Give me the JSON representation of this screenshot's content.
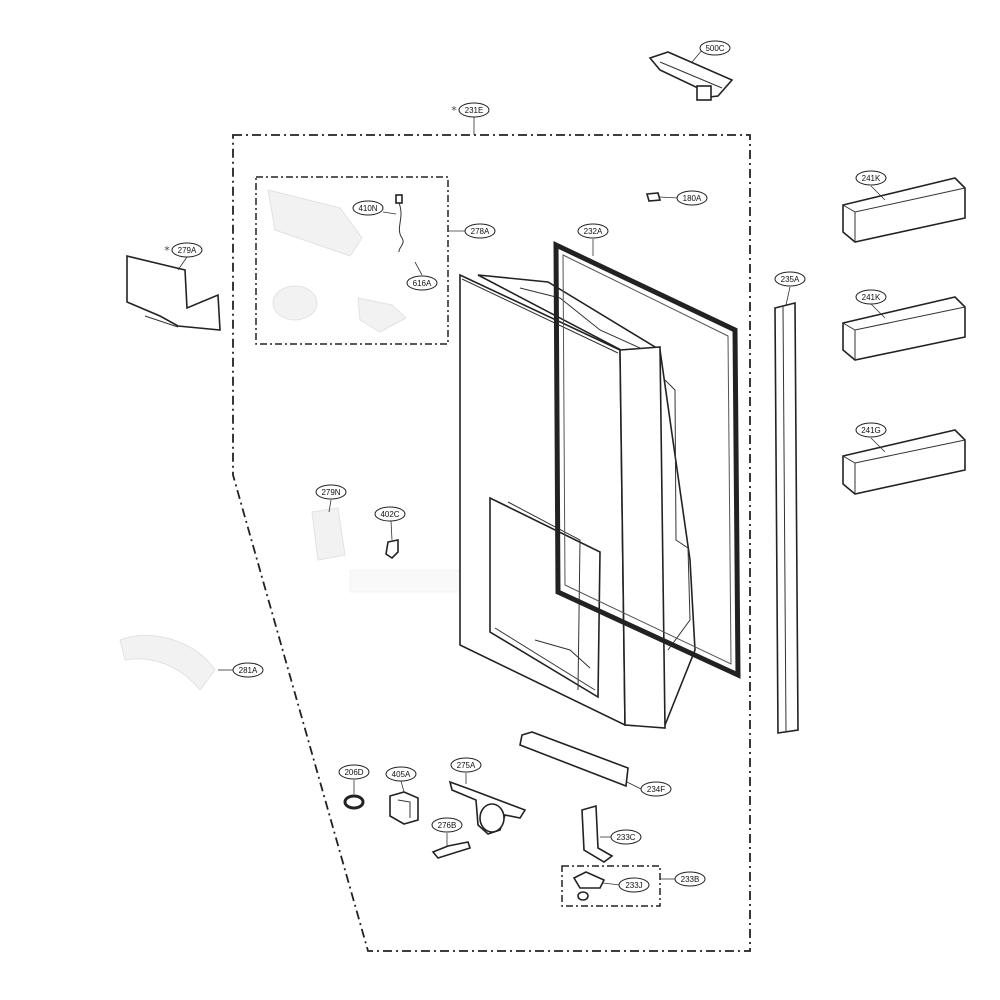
{
  "labels": {
    "l500C": "500C",
    "l231E": "231E",
    "l180A": "180A",
    "l241K_top": "241K",
    "l241K_mid": "241K",
    "l241G": "241G",
    "l410N": "410N",
    "l278A": "278A",
    "l232A": "232A",
    "l616A": "616A",
    "l279A": "279A",
    "l235A": "235A",
    "l279N": "279N",
    "l402C": "402C",
    "l281A": "281A",
    "l206D": "206D",
    "l405A": "405A",
    "l275A": "275A",
    "l234F": "234F",
    "l276B": "276B",
    "l233C": "233C",
    "l233J": "233J",
    "l233B": "233B"
  },
  "markers": {
    "asterisk_231E": "*",
    "asterisk_279A": "*"
  }
}
